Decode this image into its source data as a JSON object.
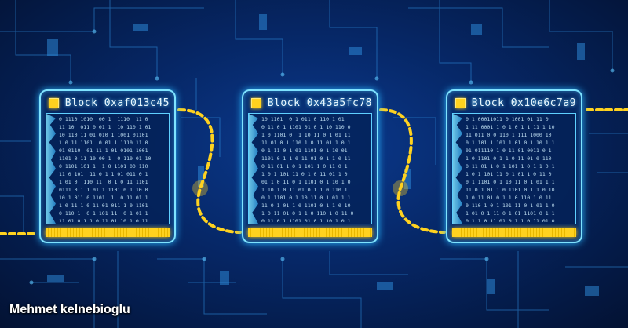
{
  "blocks": [
    {
      "title": "Block 0xaf013c45"
    },
    {
      "title": "Block 0x43a5fc78"
    },
    {
      "title": "Block 0x10e6c7a9"
    }
  ],
  "watermark": "Mehmet kelnebioglu",
  "colors": {
    "background": "#062766",
    "circuit": "#2f8fe0",
    "block_border": "#7fe3ff",
    "link": "#ffd21f"
  },
  "icons": {
    "block_header": "chip-icon"
  }
}
